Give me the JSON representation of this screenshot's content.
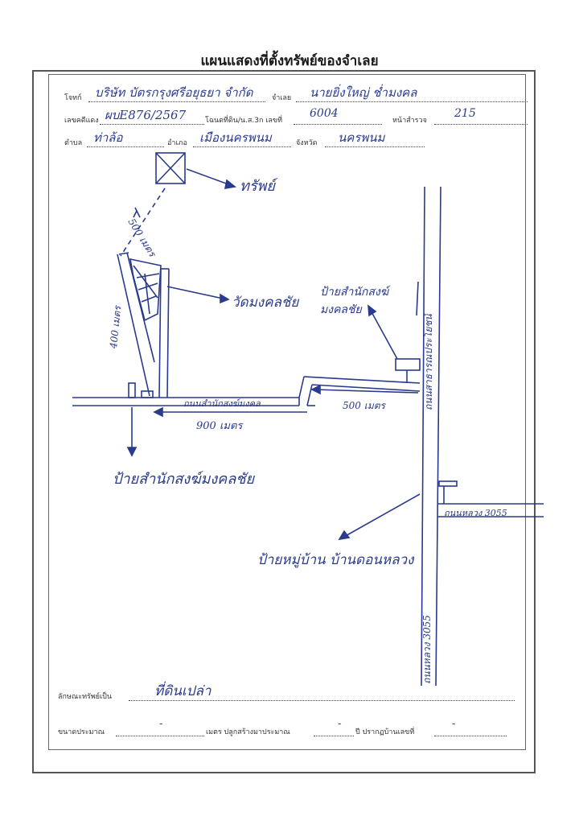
{
  "header": {
    "title": "แผนแสดงที่ตั้งทรัพย์ของจำเลย"
  },
  "form": {
    "plaintiff_label": "โจทก์",
    "plaintiff_value": "บริษัท บัตรกรุงศรีอยุธยา จำกัด",
    "defendant_label": "จำเลย",
    "defendant_value": "นายยิ่งใหญ่ ช่ำมงคล",
    "deed_label": "เลขคดีแดง",
    "deed_value": "ผบE876/2567",
    "land_doc_label": "โฉนดที่ดิน/น.ส.3ก เลขที่",
    "land_doc_value": "6004",
    "page_label": "หน้าสำรวจ",
    "page_value": "215",
    "subdistrict_label": "ตำบล",
    "subdistrict_value": "ท่าล้อ",
    "district_label": "อำเภอ",
    "district_value": "เมืองนครพนม",
    "province_label": "จังหวัด",
    "province_value": "นครพนม",
    "property_type_label": "ลักษณะทรัพย์เป็น",
    "property_type_value": "ที่ดินเปล่า",
    "size_label": "ขนาดประมาณ",
    "size_value": "-",
    "meters_built_label": "เมตร ปลูกสร้างมาประมาณ",
    "built_value": "-",
    "house_no_label": "ปี ปรากฏบ้านเลขที่",
    "house_no_value": "-"
  },
  "map": {
    "property_label": "ทรัพย์",
    "dist_500_diag": "500 เมตร",
    "temple_label": "วัดมงคลชัย",
    "dist_400": "400 เมตร",
    "office_sign_right": "ป้ายสำนักสงฆ์\nมงคลชัย",
    "road_label_horizontal": "ถนนสำนักสงฆ์มงคล",
    "dist_500_road": "500 เมตร",
    "dist_900": "900 เมตร",
    "office_sign_left": "ป้ายสำนักสงฆ์มงคลชัย",
    "highway_label_top": "ถนนสาธารณประโยชน์",
    "highway_3055_right": "ถนนหลวง 3055",
    "village_sign": "ป้ายหมู่บ้าน บ้านดอนหลวง",
    "highway_label_bottom": "ถนนหลวง 3055"
  },
  "colors": {
    "ink": "#2a3a8c",
    "frame": "#555555"
  }
}
